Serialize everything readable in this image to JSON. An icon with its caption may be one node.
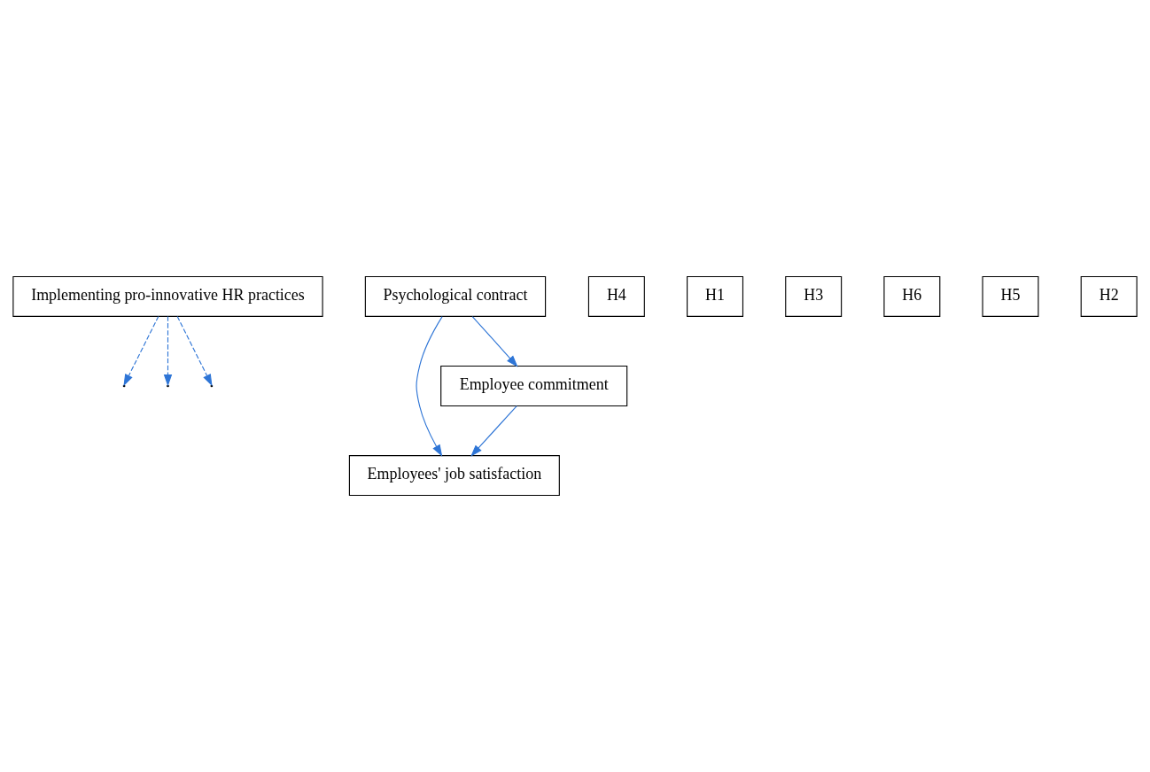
{
  "diagram": {
    "nodes": [
      {
        "text": [
          "Implementing pro-innovative HR practices"
        ]
      },
      {
        "text": [
          "Employees' job satisfaction"
        ]
      },
      {
        "text": [
          "H4"
        ]
      },
      {
        "text": [
          "H1"
        ]
      },
      {
        "text": [
          "H3"
        ]
      },
      {
        "text": [
          "H6"
        ]
      },
      {
        "text": [
          "H5"
        ]
      },
      {
        "text": [
          "Psychological contract"
        ]
      },
      {
        "text": [
          "H2"
        ]
      },
      {
        "text": [
          "Employee commitment"
        ]
      }
    ],
    "edges": [
      {
        "from": 7,
        "to": 1,
        "arrow": "to"
      },
      {
        "from": 7,
        "to": 9,
        "arrow": "to"
      },
      {
        "from": 9,
        "to": 1,
        "arrow": "to"
      },
      {
        "from": 0,
        "to": null,
        "arrow": "to",
        "style": "dashed"
      },
      {
        "from": 0,
        "to": null,
        "arrow": "to",
        "style": "dashed"
      },
      {
        "from": 0,
        "to": null,
        "arrow": "to",
        "style": "dashed"
      }
    ]
  }
}
